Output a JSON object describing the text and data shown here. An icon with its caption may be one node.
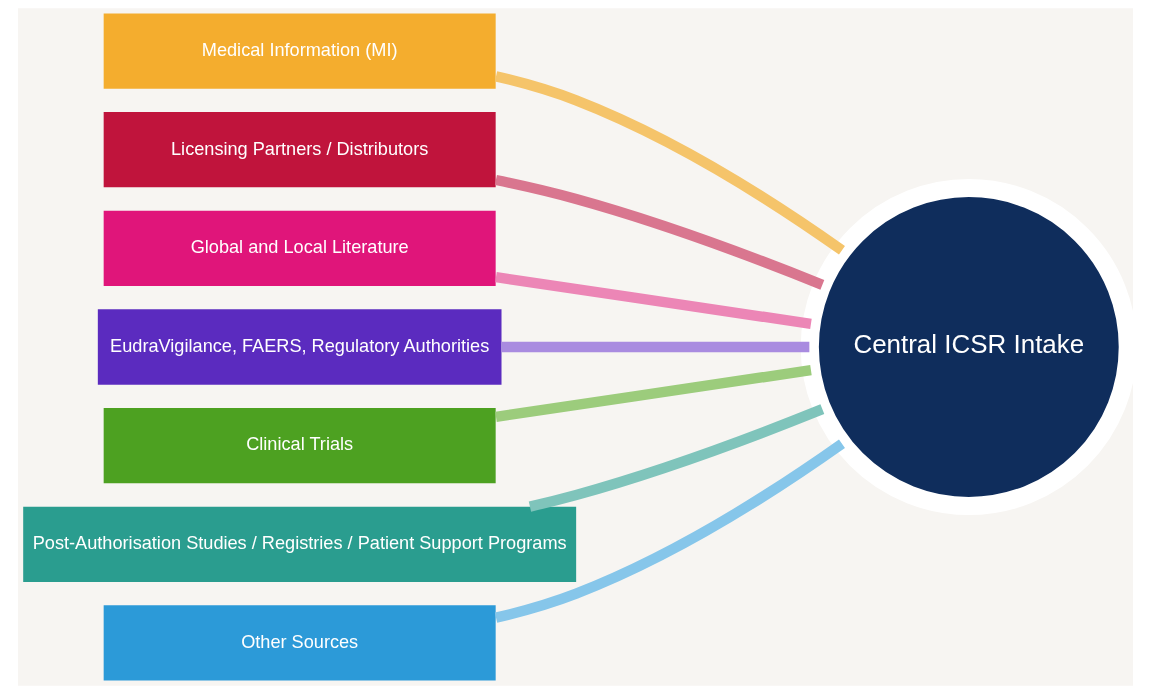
{
  "diagram": {
    "nodes": [
      {
        "text": [
          "Medical Information (MI)"
        ]
      },
      {
        "text": [
          "Licensing Partners / Distributors"
        ]
      },
      {
        "text": [
          "Global and Local Literature"
        ]
      },
      {
        "text": [
          "EudraVigilance, FAERS, Regulatory Authorities"
        ]
      },
      {
        "text": [
          "Clinical Trials"
        ]
      },
      {
        "text": [
          "Post-Authorisation Studies / Registries / Patient Support Programs"
        ]
      },
      {
        "text": [
          "Other Sources"
        ]
      },
      {
        "text": [
          "Central ICSR Intake"
        ]
      }
    ],
    "edges": [
      {
        "from": 0,
        "to": 7,
        "arrow": "none",
        "color": "#f5c46a"
      },
      {
        "from": 1,
        "to": 7,
        "arrow": "none",
        "color": "#d9768f"
      },
      {
        "from": 2,
        "to": 7,
        "arrow": "none",
        "color": "#ec86b6"
      },
      {
        "from": 3,
        "to": 7,
        "arrow": "none",
        "color": "#a98be0"
      },
      {
        "from": 4,
        "to": 7,
        "arrow": "none",
        "color": "#9ccc7c"
      },
      {
        "from": 5,
        "to": 7,
        "arrow": "none",
        "color": "#7fc4bb"
      },
      {
        "from": 6,
        "to": 7,
        "arrow": "none",
        "color": "#86c6ea"
      }
    ]
  }
}
